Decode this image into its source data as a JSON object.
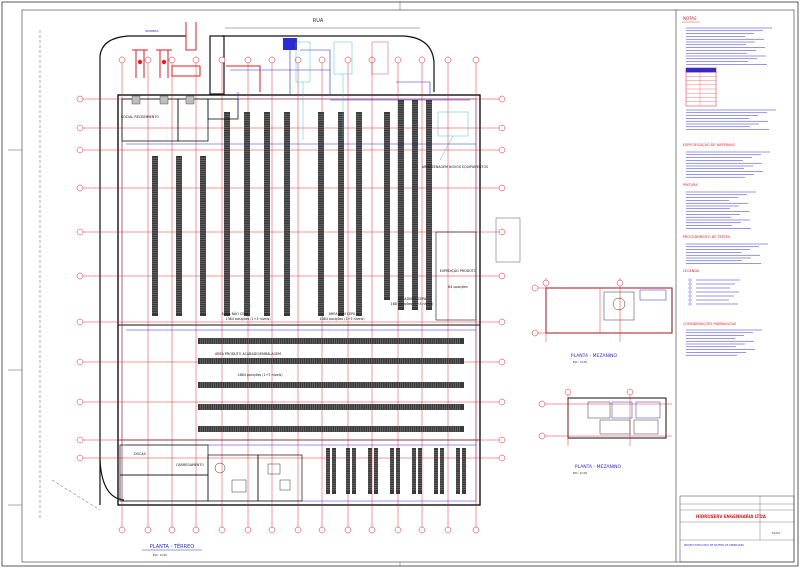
{
  "street_label": "RUA",
  "plans": {
    "ground": {
      "title": "PLANTA - TÉRREO",
      "scale": "ESC. 1/100"
    },
    "mezz_1": {
      "title": "PLANTA - MEZANINO",
      "scale": "ESC. 1/100"
    },
    "mezz_2": {
      "title": "PLANTA - MEZANINO",
      "scale": "ESC. 1/100"
    }
  },
  "areas": {
    "area_nao_cepa": "ÁREA NÃO CEPA",
    "area_nao_cepa_positions": "1364 posições (1+3 níveis)",
    "area_nao_cepa_2": "ÁREA SEM CEPA",
    "area_nao_cepa_2_positions": "1064 posições (1+3 níveis)",
    "geladeira_cepa": "GELADEIRA CEPA",
    "geladeira_positions": "168 posições (1+3 níveis)",
    "area_produto_acabado": "ÁREA PRODUTO ACABADO/EMBALAGEM",
    "area_produto_positions": "2884 posições (1+3 níveis)",
    "armazenagem": "ARMAZENAGEM NOVOS EQUIPAMENTOS",
    "expedicao": "EXPEDIÇÃO PRODUTO",
    "expedicao_positions": "64 posições",
    "social": "SOCIAL RECEBIMENTO",
    "carregamento": "CARREGAMENTO",
    "docas": "DOCAS"
  },
  "notes_title": "NOTAS",
  "materials_title": "ESPECIFICAÇÃO DE MATERIAIS",
  "pintura_title": "PINTURA",
  "procedimento_title": "PROCEDIMENTO DE TESTES",
  "legenda_title": "LEGENDA",
  "hidraulicas_title": "CONSIDERAÇÕES HIDRÁULICAS",
  "title_block": {
    "company": "HIDROSERV ENGENHARIA LTDA",
    "project": "PROJETO EXECUTIVO DE SISTEMA DE SPRINKLERS",
    "sheet": "01/01"
  },
  "colors": {
    "grid_line": "#e8191f",
    "rack": "#3a3a3a",
    "pipe": "#2b2bd0",
    "wall": "#111111",
    "note_cyan": "#16b6d6",
    "note_red": "#e8191f"
  }
}
